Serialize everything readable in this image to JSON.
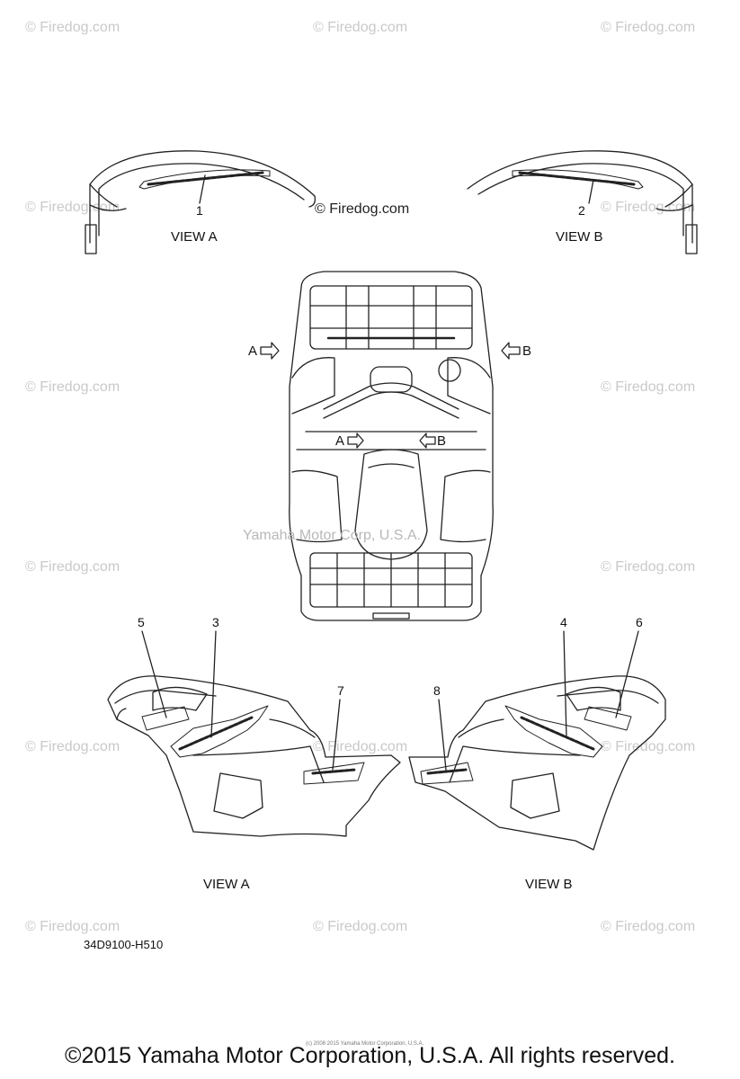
{
  "watermarks": [
    "© Firedog.com",
    "© Firedog.com",
    "© Firedog.com",
    "© Firedog.com",
    "© Firedog.com",
    "© Firedog.com",
    "© Firedog.com",
    "© Firedog.com",
    "© Firedog.com",
    "© Firedog.com",
    "© Firedog.com",
    "© Firedog.com",
    "© Firedog.com",
    "© Firedog.com",
    "© Firedog.com"
  ],
  "inline_watermark": "© Firedog.com",
  "center_watermark": "Yamaha Motor Corp, U.S.A.",
  "views": {
    "top_left": "VIEW A",
    "top_right": "VIEW B",
    "bottom_left": "VIEW A",
    "bottom_right": "VIEW B"
  },
  "arrows": {
    "a": "A",
    "b": "B"
  },
  "callouts": [
    "1",
    "2",
    "3",
    "4",
    "5",
    "6",
    "7",
    "8"
  ],
  "part_number": "34D9100-H510",
  "tiny_copyright": "(c) 2008 2015 Yamaha Motor Corporation, U.S.A.",
  "footer": "©2015 Yamaha Motor Corporation, U.S.A. All rights reserved."
}
